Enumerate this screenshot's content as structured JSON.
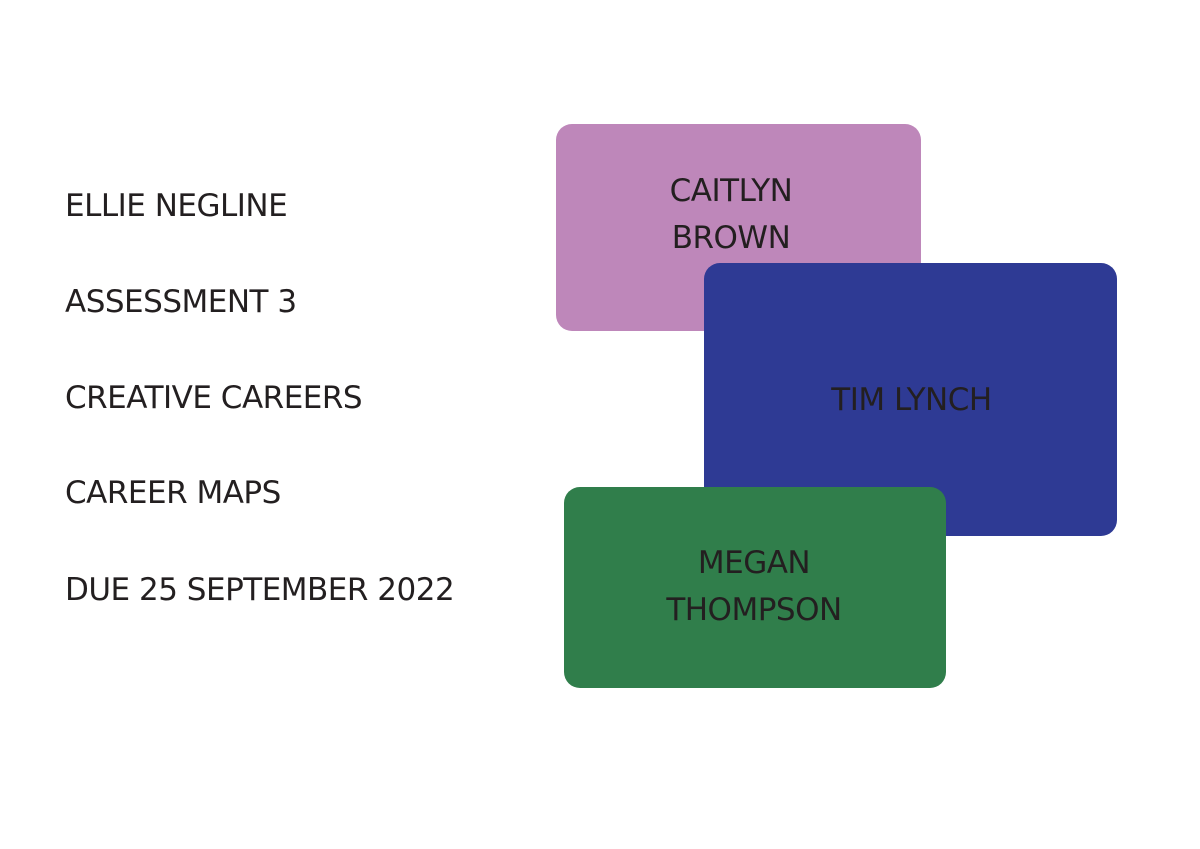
{
  "cover": {
    "lines": [
      "ELLIE NEGLINE",
      "ASSESSMENT 3",
      "CREATIVE CAREERS",
      "CAREER MAPS",
      "DUE 25 SEPTEMBER 2022"
    ]
  },
  "cards": [
    {
      "name_line1": "CAITLYN",
      "name_line2": "BROWN",
      "color": "#BE87BA"
    },
    {
      "name_line1": "TIM LYNCH",
      "color": "#2E3A94"
    },
    {
      "name_line1": "MEGAN",
      "name_line2": "THOMPSON",
      "color": "#307E4B"
    }
  ]
}
